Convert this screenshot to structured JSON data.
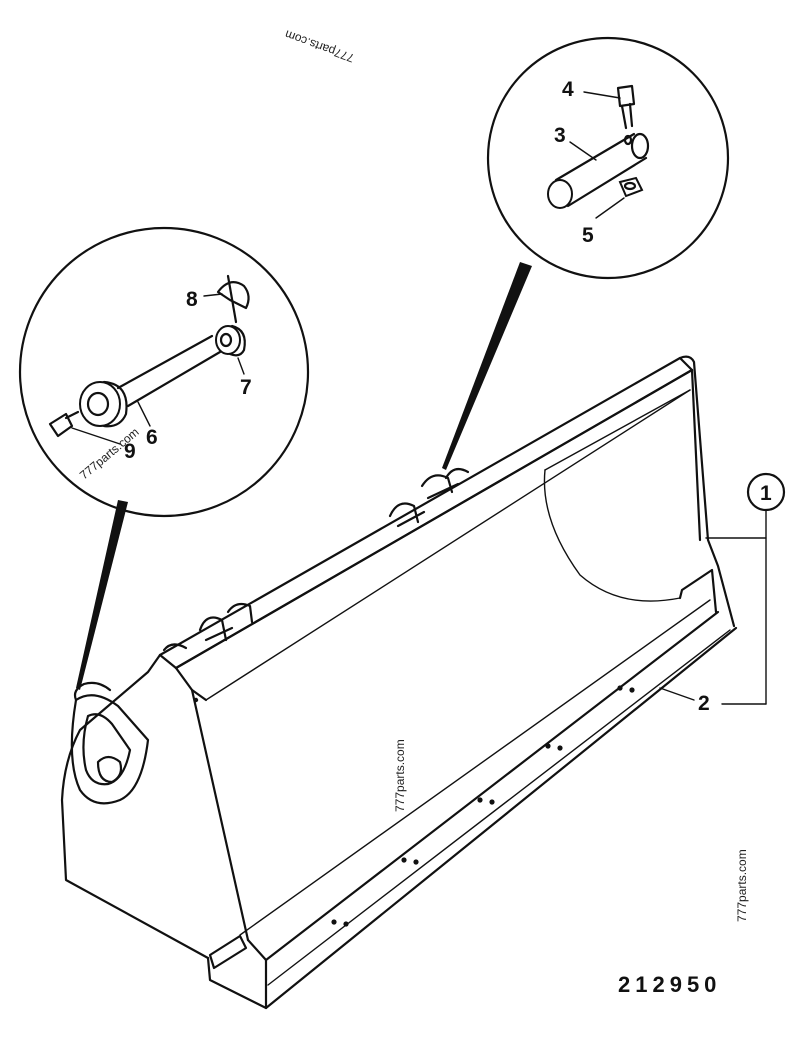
{
  "drawing_code": "212950",
  "watermark": "777parts.com",
  "callouts": {
    "c1": "1",
    "c2": "2",
    "c3": "3",
    "c4": "4",
    "c5": "5",
    "c6": "6",
    "c7": "7",
    "c8": "8",
    "c9": "9"
  },
  "icons": [
    "bucket-drawing",
    "pin-assembly-detail",
    "bolt-detail"
  ]
}
